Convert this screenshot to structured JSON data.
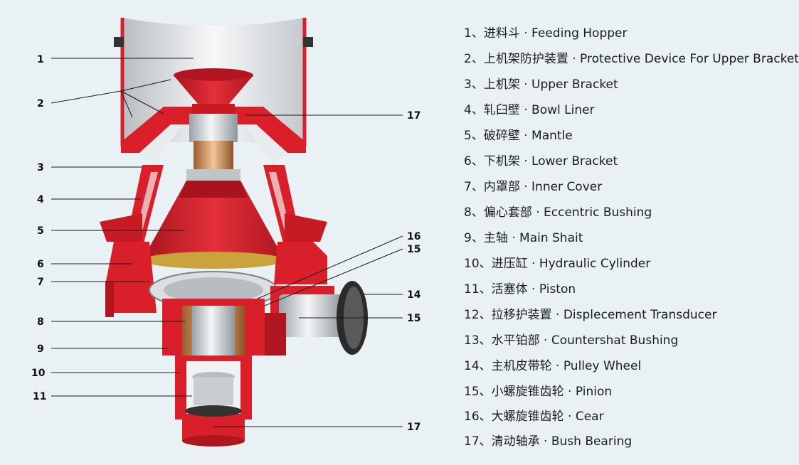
{
  "diagram": {
    "colors": {
      "background": "#e9f1f5",
      "body_red": "#d9202a",
      "dark_red": "#a8141c",
      "steel": "#cfd4d8",
      "bronze": "#c98b53",
      "gold_ring": "#c9a33c"
    },
    "callouts_left": [
      "1",
      "2",
      "3",
      "4",
      "5",
      "6",
      "7",
      "8",
      "9",
      "10",
      "11"
    ],
    "callouts_right": [
      "17",
      "16",
      "15",
      "14",
      "15",
      "17"
    ]
  },
  "legend": [
    "1、进料斗 · Feeding Hopper",
    "2、上机架防护装置 · Protective Device For Upper Bracket",
    "3、上机架 · Upper Bracket",
    "4、轧臼壁 · Bowl Liner",
    "5、破碎壁 · Mantle",
    "6、下机架 · Lower Bracket",
    "7、内罩部 · Inner Cover",
    "8、偏心套部 · Eccentric Bushing",
    "9、主轴 · Main Shait",
    "10、进压缸 · Hydraulic Cylinder",
    "11、活塞体 · Piston",
    "12、拉移护装置 · Displecement Transducer",
    "13、水平铂部 · Countershat Bushing",
    "14、主机皮带轮 · Pulley Wheel",
    "15、小螺旋锥齿轮 · Pinion",
    "16、大螺旋锥齿轮 · Cear",
    "17、清动轴承 · Bush Bearing"
  ]
}
